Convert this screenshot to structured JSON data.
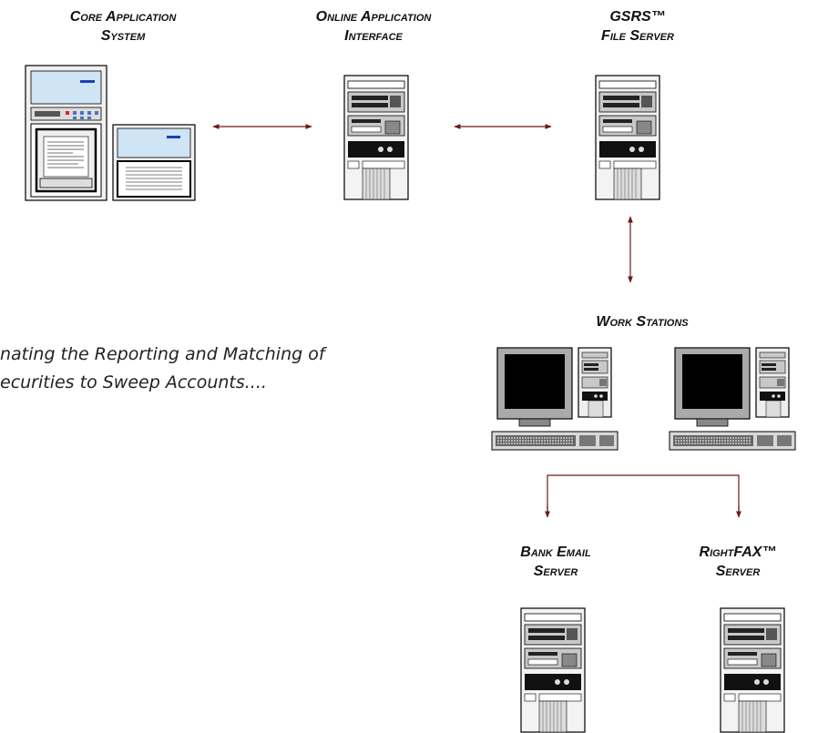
{
  "nodes": {
    "core_app": {
      "line1": "Core Application",
      "line2": "System"
    },
    "online_app": {
      "line1": "Online Application",
      "line2": "Interface"
    },
    "gsrs": {
      "line1": "GSRS™",
      "line2": "File Server"
    },
    "work_stations": {
      "line1": "Work Stations"
    },
    "bank_email": {
      "line1": "Bank Email",
      "line2": "Server"
    },
    "rightfax": {
      "line1": "RightFAX™",
      "line2": "Server"
    }
  },
  "tagline": {
    "line1": "nating the Reporting and Matching of",
    "line2": "ecurities to Sweep Accounts...."
  },
  "colors": {
    "connector": "#6b1a1a",
    "screen": "#cfe4f5",
    "monitor_bezel": "#8a8a8a"
  }
}
